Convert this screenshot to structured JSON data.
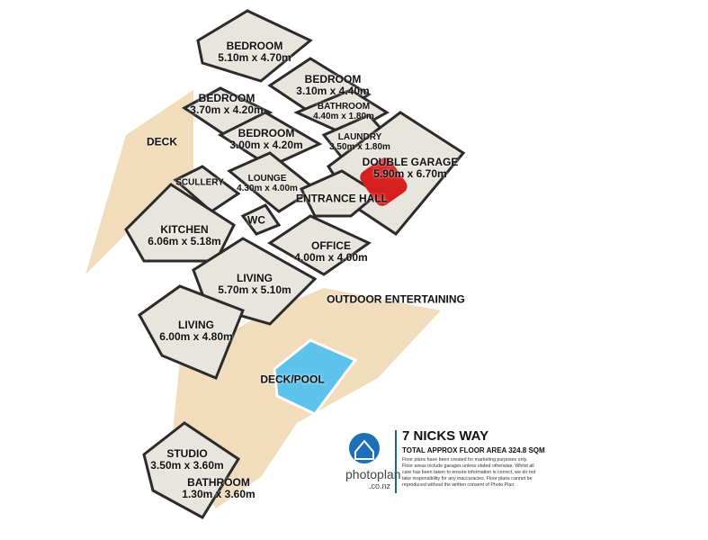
{
  "rooms": [
    {
      "name": "BEDROOM",
      "size": "5.10m x 4.70m"
    },
    {
      "name": "BEDROOM",
      "size": "3.10m x 4.40m"
    },
    {
      "name": "BATHROOM",
      "size": "4.40m x 1.80m"
    },
    {
      "name": "BEDROOM",
      "size": "3.70m x 4.20m"
    },
    {
      "name": "BEDROOM",
      "size": "3.00m x 4.20m"
    },
    {
      "name": "LAUNDRY",
      "size": "3.50m x 1.80m"
    },
    {
      "name": "DECK",
      "size": ""
    },
    {
      "name": "DOUBLE GARAGE",
      "size": "5.90m x 6.70m"
    },
    {
      "name": "SCULLERY",
      "size": ""
    },
    {
      "name": "LOUNGE",
      "size": "4.30m x 4.00m"
    },
    {
      "name": "ENTRANCE HALL",
      "size": ""
    },
    {
      "name": "WC",
      "size": ""
    },
    {
      "name": "KITCHEN",
      "size": "6.06m x 5.18m"
    },
    {
      "name": "OFFICE",
      "size": "4.00m x 4.00m"
    },
    {
      "name": "LIVING",
      "size": "5.70m x 5.10m"
    },
    {
      "name": "OUTDOOR ENTERTAINING",
      "size": ""
    },
    {
      "name": "LIVING",
      "size": "6.00m x 4.80m"
    },
    {
      "name": "DECK/POOL",
      "size": ""
    },
    {
      "name": "STUDIO",
      "size": "3.50m x 3.60m"
    },
    {
      "name": "BATHROOM",
      "size": "1.30m x 3.60m"
    }
  ],
  "info": {
    "address": "7 NICKS WAY",
    "floor_area": "TOTAL APPROX FLOOR AREA 324.8 SQM",
    "disclaimer": "Floor plans have been created for marketing purposes only. Floor areas include garages unless stated otherwise. Whilst all care has been taken to ensure information is correct, we do not take responsibility for any inaccuracies. Floor plans cannot be reproduced without the written consent of Photo Plan.",
    "brand": "photoplan",
    "brand_domain": ".co.nz"
  },
  "colors": {
    "deck": "#f1dcbc",
    "wall": "#2b2b2b",
    "floor": "#e9e6df",
    "pool": "#5ec3ea",
    "brand": "#1d6fb8"
  }
}
